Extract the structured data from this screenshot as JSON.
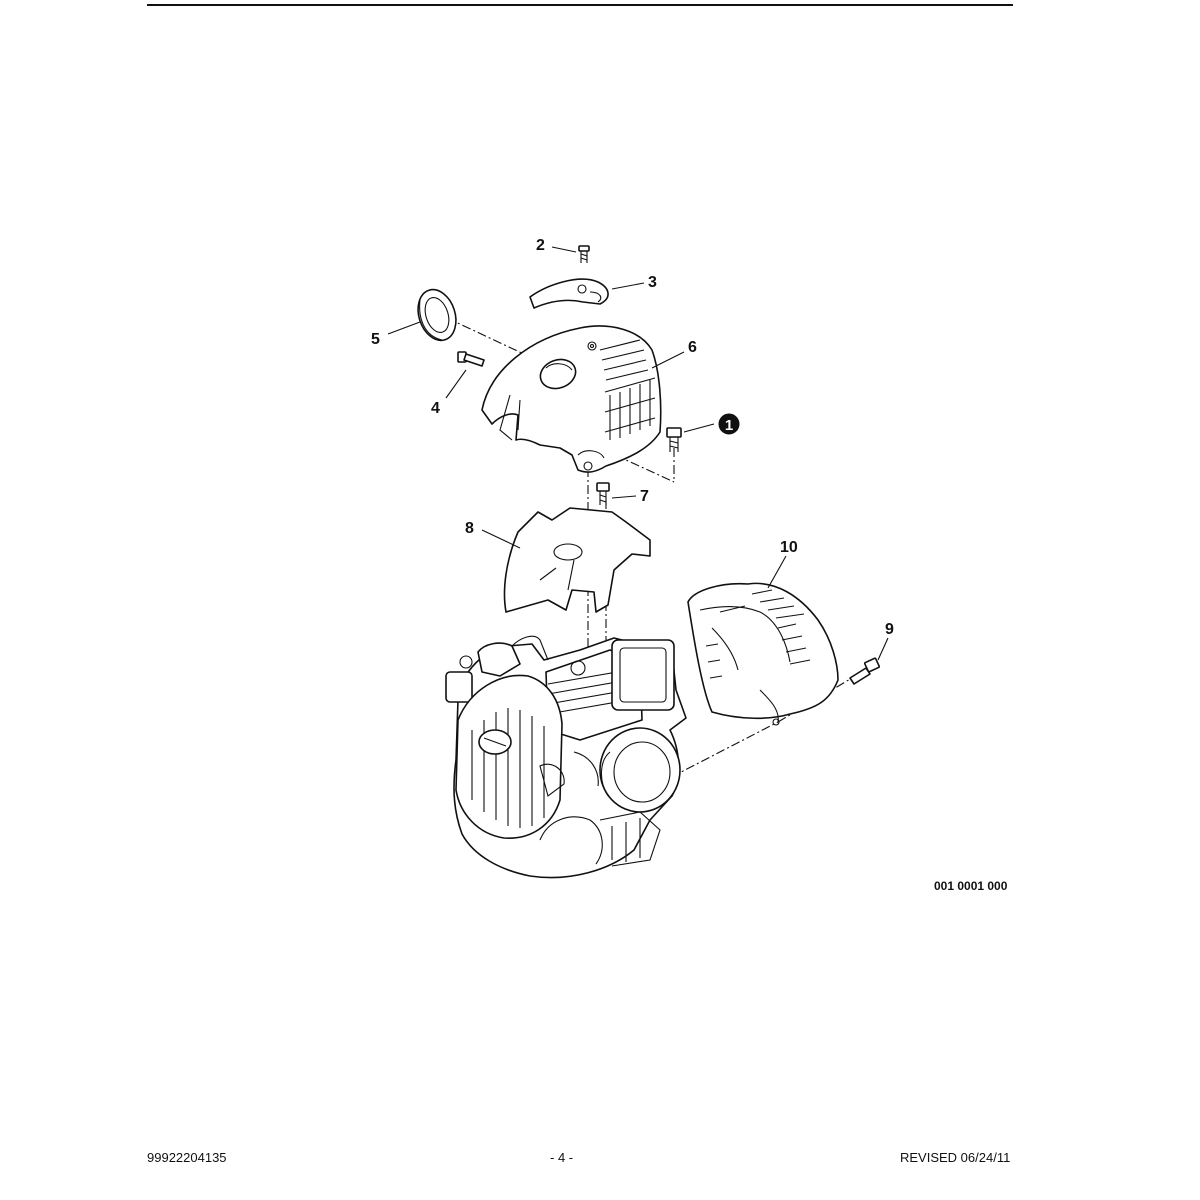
{
  "diagram": {
    "callouts": [
      "2",
      "3",
      "4",
      "5",
      "6",
      "1",
      "7",
      "8",
      "10",
      "9"
    ],
    "drawing_number": "001 0001 000"
  },
  "footer": {
    "part_number": "99922204135",
    "page": "- 4 -",
    "revised": "REVISED 06/24/11"
  }
}
